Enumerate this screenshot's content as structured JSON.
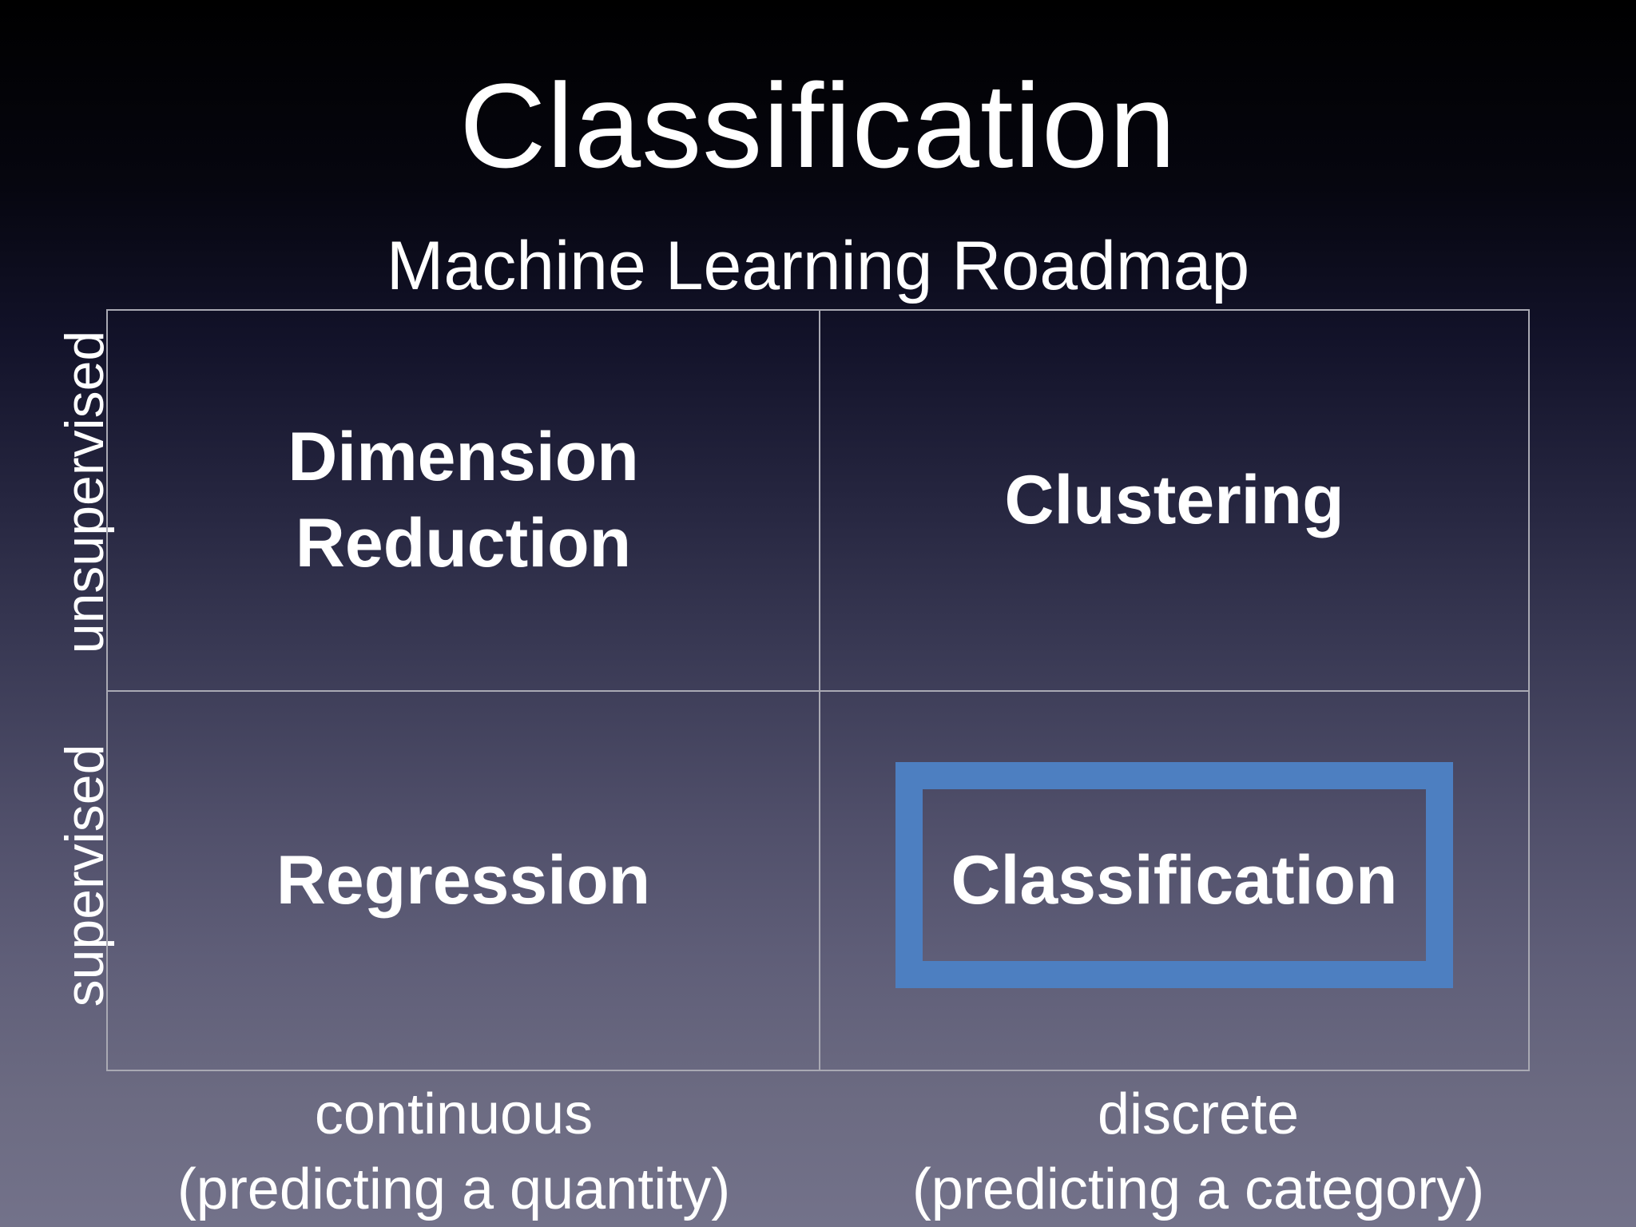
{
  "slide": {
    "title": "Classification",
    "subtitle": "Machine Learning Roadmap"
  },
  "matrix": {
    "rows": [
      {
        "label": "unsupervised"
      },
      {
        "label": "supervised"
      }
    ],
    "columns": [
      {
        "label": "continuous",
        "sublabel": "(predicting a quantity)"
      },
      {
        "label": "discrete",
        "sublabel": "(predicting a category)"
      }
    ],
    "cells": {
      "top_left": {
        "line1": "Dimension",
        "line2": "Reduction"
      },
      "top_right": "Clustering",
      "bottom_left": "Regression",
      "bottom_right": "Classification"
    },
    "highlighted_cell": "bottom_right"
  },
  "colors": {
    "highlight_border": "#4d7fc1",
    "grid_line": "#a9a9b3",
    "text": "#ffffff"
  }
}
